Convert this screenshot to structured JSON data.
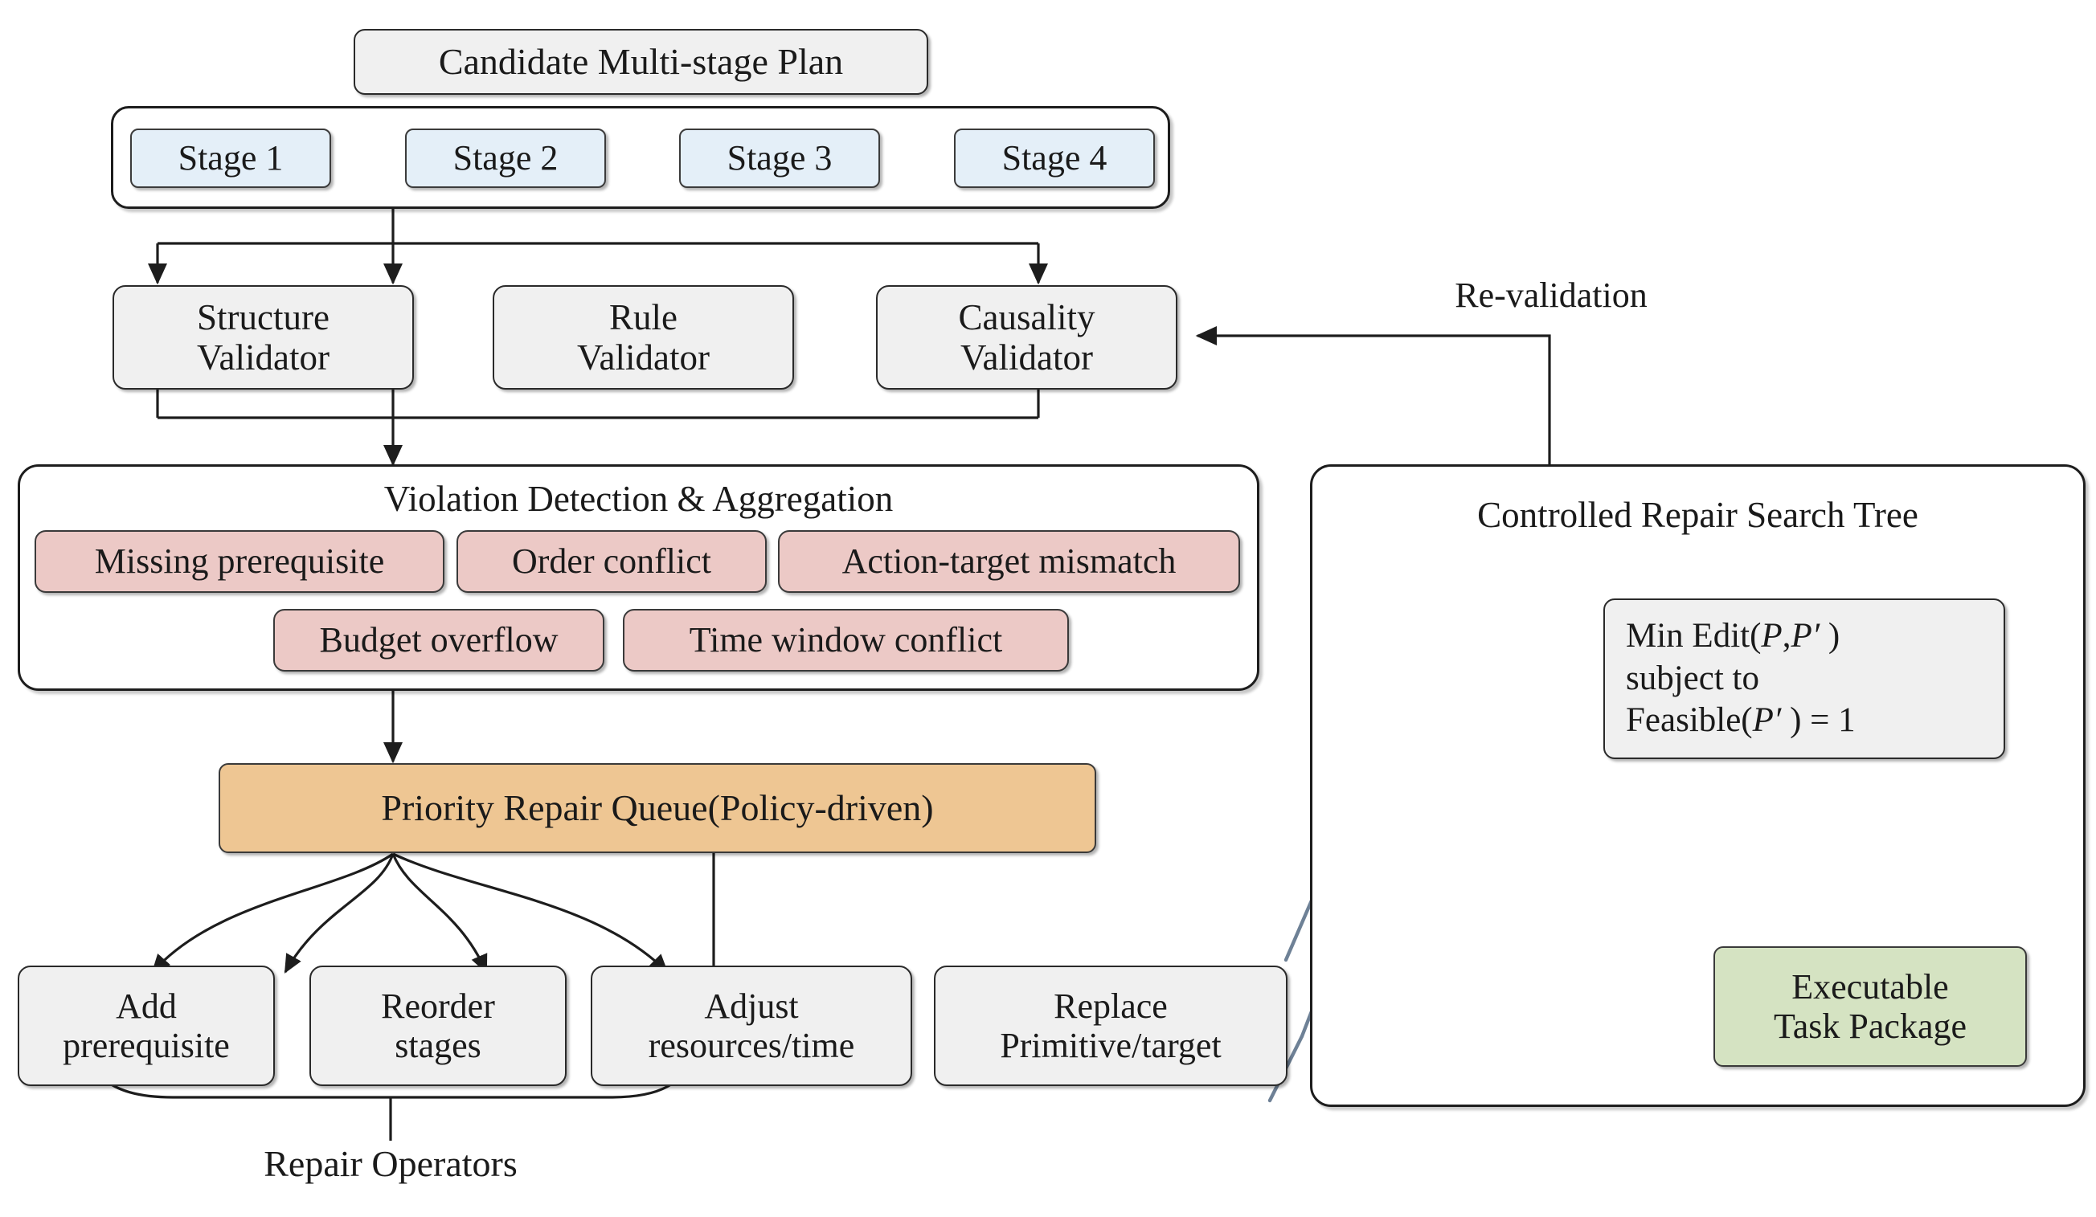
{
  "diagram": {
    "title_node": "Candidate Multi-stage Plan",
    "stages": [
      {
        "label": "Stage 1"
      },
      {
        "label": "Stage 2"
      },
      {
        "label": "Stage 3"
      },
      {
        "label": "Stage 4"
      }
    ],
    "validators": [
      {
        "line1": "Structure",
        "line2": "Validator"
      },
      {
        "line1": "Rule",
        "line2": "Validator"
      },
      {
        "line1": "Causality",
        "line2": "Validator"
      }
    ],
    "revalidation_label": "Re-validation",
    "violation_panel": {
      "title": "Violation Detection & Aggregation",
      "row1": [
        {
          "label": "Missing prerequisite"
        },
        {
          "label": "Order conflict"
        },
        {
          "label": "Action-target mismatch"
        }
      ],
      "row2": [
        {
          "label": "Budget overflow"
        },
        {
          "label": "Time window conflict"
        }
      ]
    },
    "priority_queue": "Priority Repair Queue(Policy-driven)",
    "repair_operators": [
      {
        "line1": "Add",
        "line2": "prerequisite"
      },
      {
        "line1": "Reorder",
        "line2": "stages"
      },
      {
        "line1": "Adjust",
        "line2": "resources/time"
      },
      {
        "line1": "Replace",
        "line2": "Primitive/target"
      }
    ],
    "repair_operators_caption": "Repair Operators",
    "search_panel": {
      "title": "Controlled Repair Search Tree",
      "objective": {
        "line1_pre": "Min Edit(",
        "line1_p": "P",
        "line1_comma": ",",
        "line1_pprime": "P′",
        "line1_post": " )",
        "line2": "subject to",
        "line3_pre": "Feasible(",
        "line3_pprime": "P′",
        "line3_post": " ) = 1"
      },
      "output_node": {
        "line1": "Executable",
        "line2": "Task Package"
      }
    },
    "colors": {
      "stage_fill": "#e4eff8",
      "violation_fill": "#ecc9c6",
      "queue_fill": "#eec693",
      "output_fill": "#d5e3c2",
      "node_fill": "#f0f0f0",
      "stroke": "#1d1d1d",
      "tree_stroke": "#6e8196",
      "tree_highlight": "#a89a6a"
    }
  }
}
